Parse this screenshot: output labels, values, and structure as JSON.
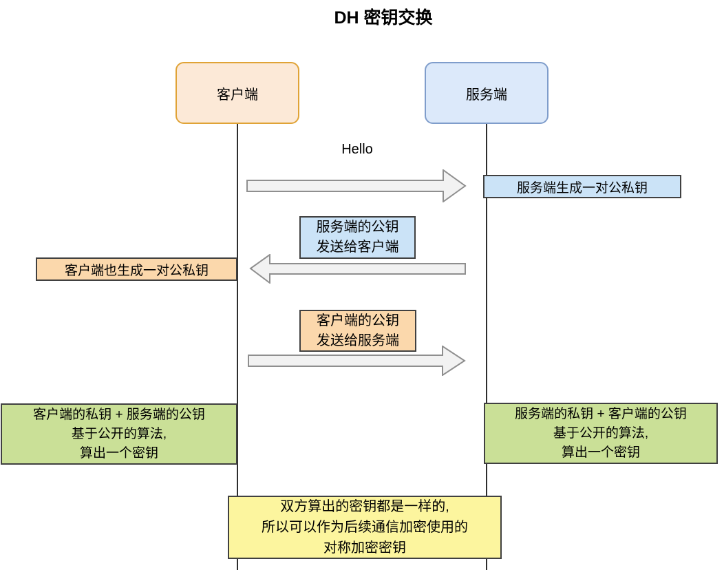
{
  "title": "DH 密钥交换",
  "actors": {
    "client": {
      "label": "客户端",
      "fill": "#FCE9D7",
      "border": "#E0A336"
    },
    "server": {
      "label": "服务端",
      "fill": "#DCE9FA",
      "border": "#7F9DCB"
    }
  },
  "messages": {
    "hello": {
      "label": "Hello",
      "direction": "client-to-server"
    },
    "server_pubkey": {
      "line1": "服务端的公钥",
      "line2": "发送给客户端",
      "direction": "server-to-client"
    },
    "client_pubkey": {
      "line1": "客户端的公钥",
      "line2": "发送给服务端",
      "direction": "client-to-server"
    }
  },
  "notes": {
    "server_keypair": {
      "text": "服务端生成一对公私钥"
    },
    "client_keypair": {
      "text": "客户端也生成一对公私钥"
    },
    "client_compute": {
      "line1": "客户端的私钥 + 服务端的公钥",
      "line2": "基于公开的算法,",
      "line3": "算出一个密钥"
    },
    "server_compute": {
      "line1": "服务端的私钥 +  客户端的公钥",
      "line2": "基于公开的算法,",
      "line3": "算出一个密钥"
    },
    "shared_key": {
      "line1": "双方算出的密钥都是一样的,",
      "line2": "所以可以作为后续通信加密使用的",
      "line3": "对称加密密钥"
    }
  },
  "colors": {
    "note_blue": "#CBE3F7",
    "note_orange": "#FBD8AC",
    "note_green": "#CAE097",
    "note_yellow": "#FCF59E",
    "actor_client_fill": "#FCE9D7",
    "actor_client_border": "#E0A336",
    "actor_server_fill": "#DCE9FA",
    "actor_server_border": "#7F9DCB",
    "arrow_fill": "#F2F2F2",
    "arrow_stroke": "#8F8F8F",
    "box_border": "#404040",
    "lifeline": "#2D2D2D"
  }
}
